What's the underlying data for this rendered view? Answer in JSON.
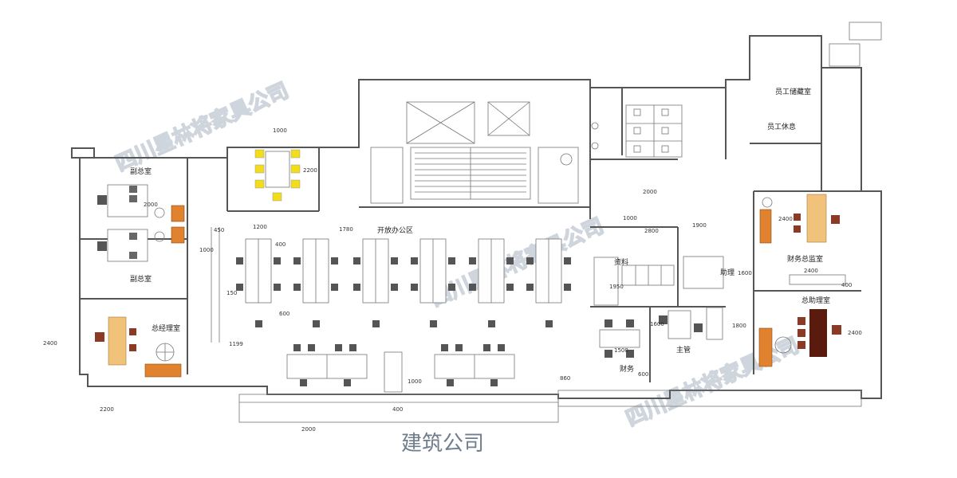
{
  "caption": "建筑公司",
  "watermark": "四川星林将家具公司",
  "rooms": {
    "vp_top": "副总室",
    "vp_bottom": "副总室",
    "gm": "总经理室",
    "open_office": "开放办公区",
    "archives": "资料",
    "finance": "财务",
    "assistant": "助理",
    "supervisor": "主管",
    "cfo": "财务总监室",
    "general_assistant": "总助理室",
    "staff_storage": "员工储藏室",
    "staff_lounge": "员工休息"
  },
  "dimensions": {
    "d1000_meeting": "1000",
    "d2200_meeting": "2200",
    "d2000_vp": "2000",
    "d450": "450",
    "d1200": "1200",
    "d1000_left": "1000",
    "d400_top": "400",
    "d1780": "1780",
    "d150": "150",
    "d600_open": "600",
    "d1199": "1199",
    "d2400_left": "2400",
    "d2200_bottom": "2200",
    "d2000_bottom": "2000",
    "d400_bottom": "400",
    "d1000_mid": "1000",
    "d2000_core": "2000",
    "d1000_core": "1000",
    "d2800": "2800",
    "d1900": "1900",
    "d1600_asst": "1600",
    "d1950": "1950",
    "d1600_sup": "1600",
    "d1800": "1800",
    "d1500": "1500",
    "d600_fin": "600",
    "d860": "860",
    "d2400_cfo": "2400",
    "d2400_cfo_w": "2400",
    "d400_right": "400",
    "d2400_ga": "2400"
  }
}
